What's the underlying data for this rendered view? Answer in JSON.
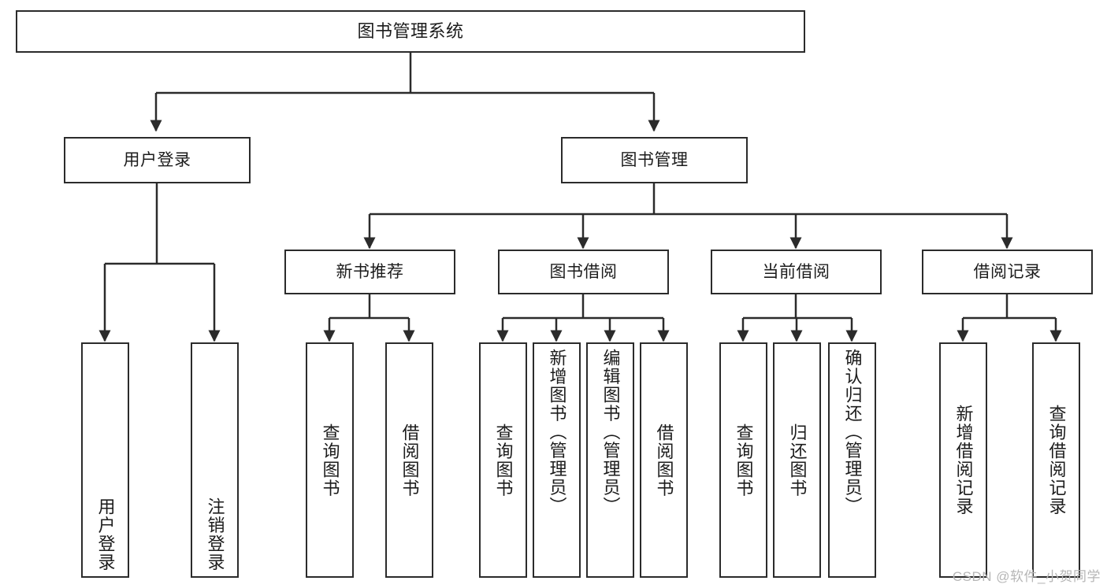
{
  "diagram": {
    "title": "图书管理系统",
    "watermark": "CSDN @软件_小贺同学",
    "line_color": "#2b2b2b",
    "box_fill": "#ffffff",
    "text_color": "#1c1c1c",
    "watermark_color": "#b6b6b6",
    "type": "hierarchy-tree",
    "levels": 4,
    "root": {
      "label": "图书管理系统",
      "children": [
        {
          "label": "用户登录",
          "children": [
            {
              "label": "用户登录"
            },
            {
              "label": "注销登录"
            }
          ]
        },
        {
          "label": "图书管理",
          "children": [
            {
              "label": "新书推荐",
              "children": [
                {
                  "label": "查询图书"
                },
                {
                  "label": "借阅图书"
                }
              ]
            },
            {
              "label": "图书借阅",
              "children": [
                {
                  "label": "查询图书"
                },
                {
                  "label": "新增图书（管理员）"
                },
                {
                  "label": "编辑图书（管理员）"
                },
                {
                  "label": "借阅图书"
                }
              ]
            },
            {
              "label": "当前借阅",
              "children": [
                {
                  "label": "查询图书"
                },
                {
                  "label": "归还图书"
                },
                {
                  "label": "确认归还（管理员）"
                }
              ]
            },
            {
              "label": "借阅记录",
              "children": [
                {
                  "label": "新增借阅记录"
                },
                {
                  "label": "查询借阅记录"
                }
              ]
            }
          ]
        }
      ]
    },
    "nodes": {
      "root": "图书管理系统",
      "l1_user_login": "用户登录",
      "l1_book_mgmt": "图书管理",
      "l2_new_book": "新书推荐",
      "l2_borrow": "图书借阅",
      "l2_current": "当前借阅",
      "l2_record": "借阅记录",
      "l3_user_login": "用户登录",
      "l3_logout": "注销登录",
      "l3_nb_query": "查询图书",
      "l3_nb_borrow": "借阅图书",
      "l3_bw_query": "查询图书",
      "l3_bw_add": "新增图书（管理员）",
      "l3_bw_edit": "编辑图书（管理员）",
      "l3_bw_borrow": "借阅图书",
      "l3_cb_query": "查询图书",
      "l3_cb_return": "归还图书",
      "l3_cb_confirm": "确认归还（管理员）",
      "l3_rc_add": "新增借阅记录",
      "l3_rc_query": "查询借阅记录"
    }
  }
}
